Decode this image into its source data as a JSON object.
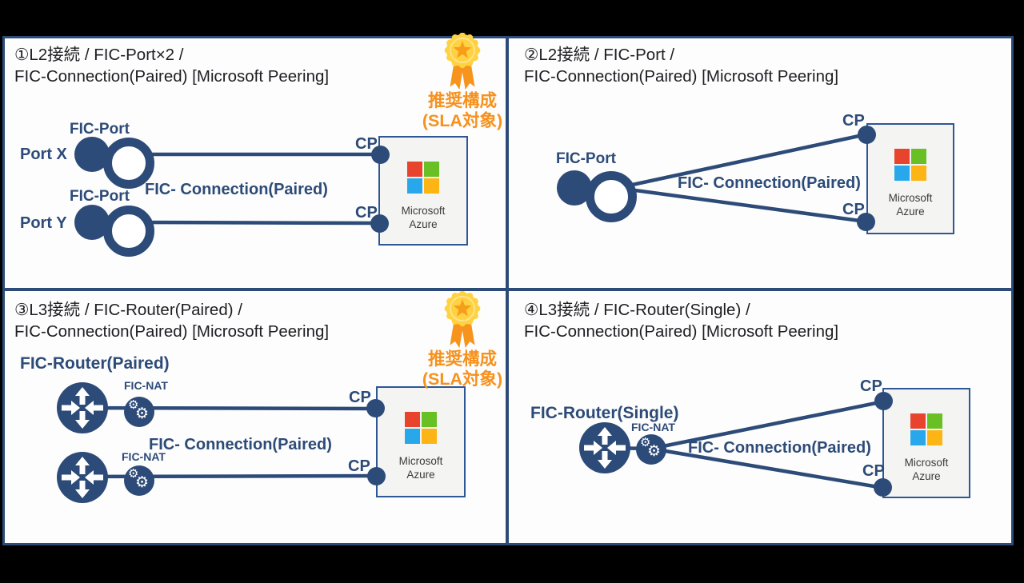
{
  "colors": {
    "page_bg": "#000000",
    "panel_bg": "#fdfdfd",
    "navy": "#2d4b78",
    "title_text": "#1e1e23",
    "orange": "#f6911d",
    "gold": "#ffd242",
    "gold_light": "#ffe48d",
    "star": "#f79d1c",
    "ribbon": "#f7941d",
    "azure_border": "#2e5796",
    "azure_bg": "#f4f4f2",
    "azure_text": "#3b3b3b",
    "ms_red": "#e8432d",
    "ms_green": "#69c024",
    "ms_blue": "#28a8ea",
    "ms_yellow": "#fdb515"
  },
  "icons": {
    "gear": "⚙"
  },
  "badge": {
    "line1": "推奨構成",
    "line2": "(SLA対象)"
  },
  "azure": {
    "line1": "Microsoft",
    "line2": "Azure"
  },
  "panels": [
    {
      "title1": "①L2接続 / FIC-Port×2 /",
      "title2": "FIC-Connection(Paired) [Microsoft Peering]",
      "recommended": true,
      "labels": {
        "fic_port": "FIC-Port",
        "port_x": "Port X",
        "port_y": "Port Y",
        "cp": "CP",
        "connection": "FIC- Connection(Paired)"
      }
    },
    {
      "title1": "②L2接続 / FIC-Port /",
      "title2": "FIC-Connection(Paired) [Microsoft Peering]",
      "recommended": false,
      "labels": {
        "fic_port": "FIC-Port",
        "cp": "CP",
        "connection": "FIC- Connection(Paired)"
      }
    },
    {
      "title1": "③L3接続 / FIC-Router(Paired) /",
      "title2": "FIC-Connection(Paired) [Microsoft Peering]",
      "recommended": true,
      "labels": {
        "router": "FIC-Router(Paired)",
        "fic_nat": "FIC-NAT",
        "cp": "CP",
        "connection": "FIC- Connection(Paired)"
      }
    },
    {
      "title1": "④L3接続 / FIC-Router(Single) /",
      "title2": "FIC-Connection(Paired) [Microsoft Peering]",
      "recommended": false,
      "labels": {
        "router": "FIC-Router(Single)",
        "fic_nat": "FIC-NAT",
        "cp": "CP",
        "connection": "FIC- Connection(Paired)"
      }
    }
  ]
}
